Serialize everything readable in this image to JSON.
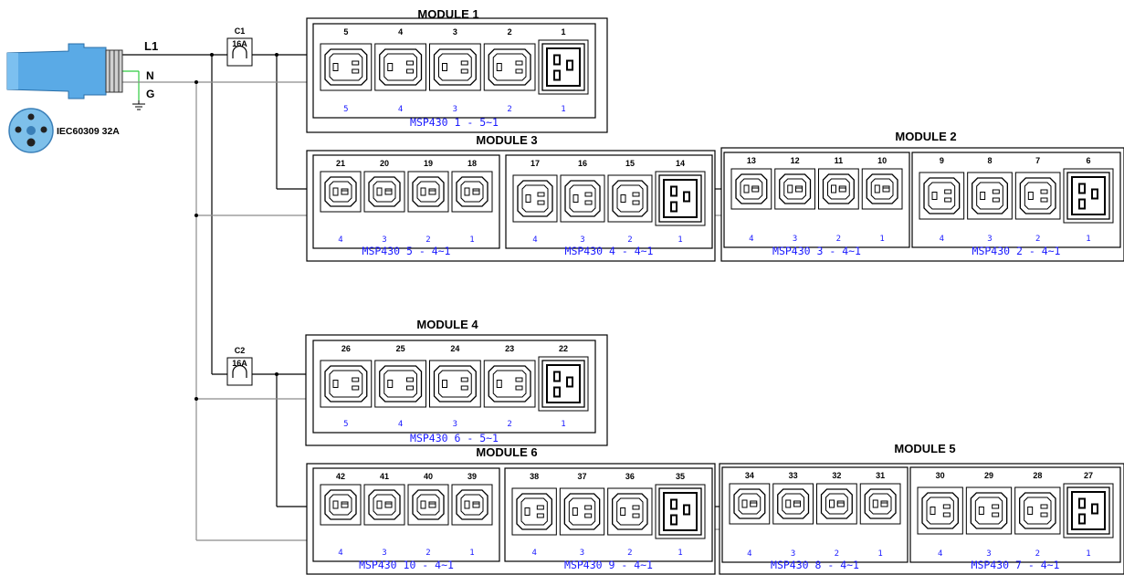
{
  "plug": {
    "label": "IEC60309 32A"
  },
  "lines": {
    "l1": "L1",
    "n": "N",
    "g": "G"
  },
  "breakers": [
    {
      "name": "C1",
      "rating": "16A"
    },
    {
      "name": "C2",
      "rating": "16A"
    }
  ],
  "modules": [
    {
      "title": "MODULE 1",
      "units": [
        {
          "label": "MSP430  1 - 5~1",
          "outlets": [
            "5",
            "4",
            "3",
            "2",
            "1"
          ],
          "subs": [
            "5",
            "4",
            "3",
            "2",
            "1"
          ],
          "big": "1"
        }
      ]
    },
    {
      "title": "MODULE 3",
      "units": [
        {
          "label": "MSP430  5 - 4~1",
          "outlets": [
            "21",
            "20",
            "19",
            "18"
          ],
          "subs": [
            "4",
            "3",
            "2",
            "1"
          ],
          "big": null
        },
        {
          "label": "MSP430  4 - 4~1",
          "outlets": [
            "17",
            "16",
            "15",
            "14"
          ],
          "subs": [
            "4",
            "3",
            "2",
            "1"
          ],
          "big": "14"
        }
      ]
    },
    {
      "title": "MODULE 2",
      "units": [
        {
          "label": "MSP430  3 - 4~1",
          "outlets": [
            "13",
            "12",
            "11",
            "10"
          ],
          "subs": [
            "4",
            "3",
            "2",
            "1"
          ],
          "big": null
        },
        {
          "label": "MSP430  2 - 4~1",
          "outlets": [
            "9",
            "8",
            "7",
            "6"
          ],
          "subs": [
            "4",
            "3",
            "2",
            "1"
          ],
          "big": "6"
        }
      ]
    },
    {
      "title": "MODULE 4",
      "units": [
        {
          "label": "MSP430  6 - 5~1",
          "outlets": [
            "26",
            "25",
            "24",
            "23",
            "22"
          ],
          "subs": [
            "5",
            "4",
            "3",
            "2",
            "1"
          ],
          "big": "22"
        }
      ]
    },
    {
      "title": "MODULE 6",
      "units": [
        {
          "label": "MSP430  10 - 4~1",
          "outlets": [
            "42",
            "41",
            "40",
            "39"
          ],
          "subs": [
            "4",
            "3",
            "2",
            "1"
          ],
          "big": null
        },
        {
          "label": "MSP430  9 - 4~1",
          "outlets": [
            "38",
            "37",
            "36",
            "35"
          ],
          "subs": [
            "4",
            "3",
            "2",
            "1"
          ],
          "big": "35"
        }
      ]
    },
    {
      "title": "MODULE 5",
      "units": [
        {
          "label": "MSP430  8 - 4~1",
          "outlets": [
            "34",
            "33",
            "32",
            "31"
          ],
          "subs": [
            "4",
            "3",
            "2",
            "1"
          ],
          "big": null
        },
        {
          "label": "MSP430  7 - 4~1",
          "outlets": [
            "30",
            "29",
            "28",
            "27"
          ],
          "subs": [
            "4",
            "3",
            "2",
            "1"
          ],
          "big": "27"
        }
      ]
    }
  ],
  "colors": {
    "plug": "#5aaae6",
    "earth": "#2ecc40",
    "neutral": "#8c8c8c",
    "live": "#000000",
    "unitLabel": "#1a1aff"
  }
}
